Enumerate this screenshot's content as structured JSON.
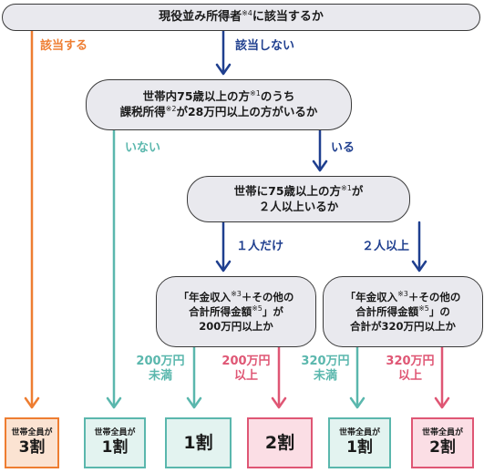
{
  "questions": {
    "q1": {
      "text": "現役並み所得者",
      "note": "※4",
      "tail": "に該当するか"
    },
    "q2": {
      "line1_a": "世帯内75歳以上の方",
      "line1_note": "※1",
      "line1_b": "のうち",
      "line2_a": "課税所得",
      "line2_note": "※2",
      "line2_b": "が28万円以上の方がいるか"
    },
    "q3": {
      "line1_a": "世帯に75歳以上の方",
      "line1_note": "※1",
      "line1_b": "が",
      "line2": "２人以上いるか"
    },
    "q4a": {
      "line1_a": "「年金収入",
      "line1_note": "※3",
      "line1_b": "＋その他の",
      "line2_a": "合計所得金額",
      "line2_note": "※5",
      "line2_b": "」が",
      "line3": "200万円以上か"
    },
    "q4b": {
      "line1_a": "「年金収入",
      "line1_note": "※3",
      "line1_b": "＋その他の",
      "line2_a": "合計所得金額",
      "line2_note": "※5",
      "line2_b": "」の",
      "line3": "合計が320万円以上か"
    }
  },
  "branches": {
    "q1_yes": "該当する",
    "q1_no": "該当しない",
    "q2_no": "いない",
    "q2_yes": "いる",
    "q3_one": "１人だけ",
    "q3_two": "２人以上",
    "q4a_below": [
      "200万円",
      "未満"
    ],
    "q4a_above": [
      "200万円",
      "以上"
    ],
    "q4b_below": [
      "320万円",
      "未満"
    ],
    "q4b_above": [
      "320万円",
      "以上"
    ]
  },
  "results": [
    {
      "caption": "世帯全員が",
      "value": "3割"
    },
    {
      "caption": "世帯全員が",
      "value": "1割"
    },
    {
      "caption": "",
      "value": "1割"
    },
    {
      "caption": "",
      "value": "2割"
    },
    {
      "caption": "世帯全員が",
      "value": "1割"
    },
    {
      "caption": "世帯全員が",
      "value": "2割"
    }
  ],
  "colors": {
    "orange": "#ee7d31",
    "teal": "#5ab7ad",
    "pink": "#df5674",
    "navy": "#1f3f8f"
  }
}
